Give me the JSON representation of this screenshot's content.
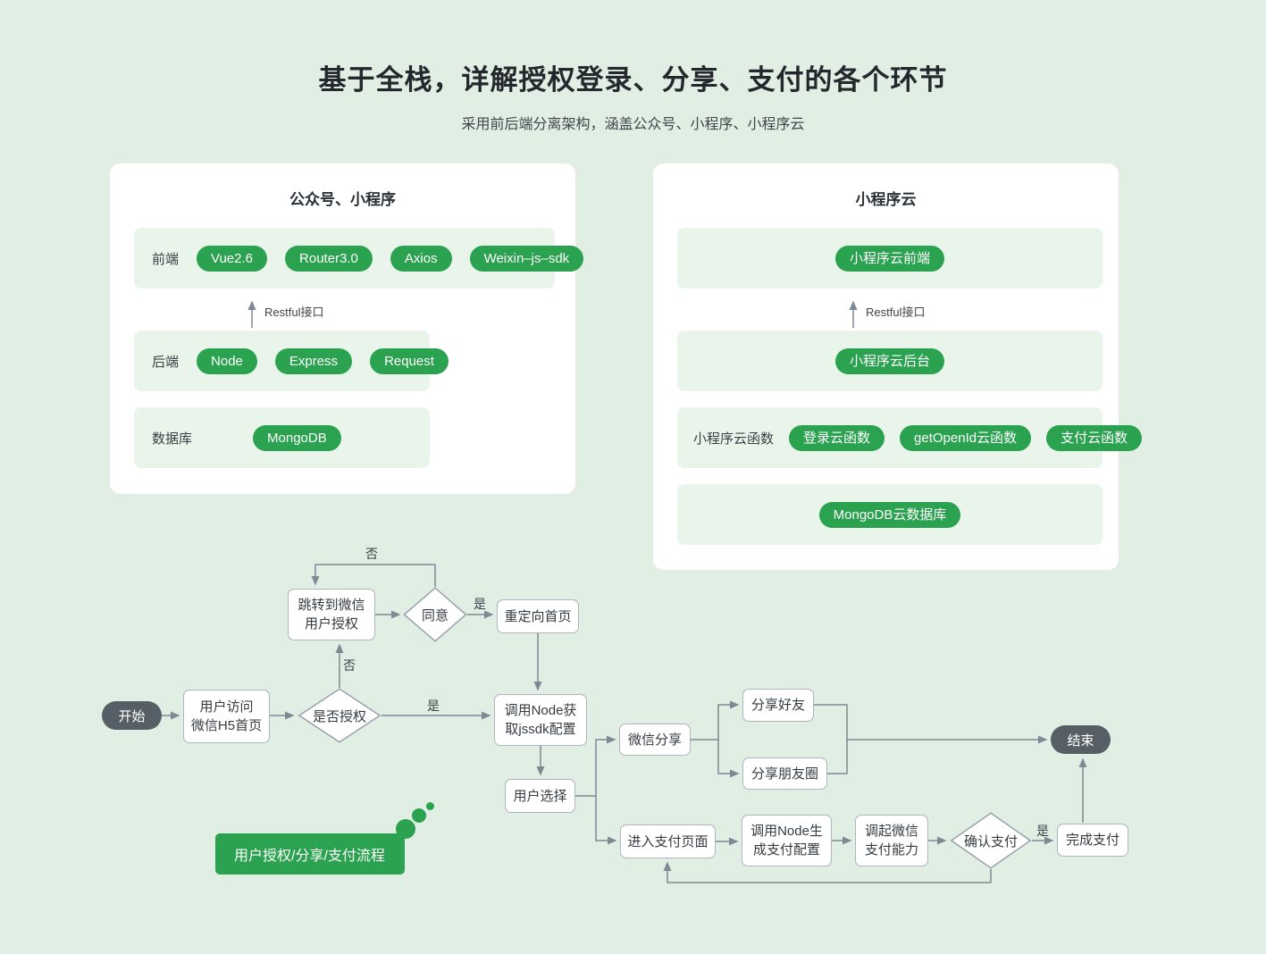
{
  "page": {
    "title": "基于全栈，详解授权登录、分享、支付的各个环节",
    "subtitle": "采用前后端分离架构，涵盖公众号、小程序、小程序云"
  },
  "colors": {
    "background": "#e0eee4",
    "card": "#ffffff",
    "row_bg": "#e9f4eb",
    "pill_green": "#2ba24f",
    "dark_node": "#575f66",
    "line_gray": "#7f8994"
  },
  "left_card": {
    "title": "公众号、小程序",
    "interface_label": "Restful接口",
    "rows": [
      {
        "label": "前端",
        "pills": [
          "Vue2.6",
          "Router3.0",
          "Axios",
          "Weixin–js–sdk"
        ]
      },
      {
        "label": "后端",
        "pills": [
          "Node",
          "Express",
          "Request"
        ]
      },
      {
        "label": "数据库",
        "pills": [
          "MongoDB"
        ]
      }
    ]
  },
  "right_card": {
    "title": "小程序云",
    "interface_label": "Restful接口",
    "rows": [
      {
        "label": "",
        "pills": [
          "小程序云前端"
        ]
      },
      {
        "label": "",
        "pills": [
          "小程序云后台"
        ]
      },
      {
        "label": "小程序云函数",
        "pills": [
          "登录云函数",
          "getOpenId云函数",
          "支付云函数"
        ]
      },
      {
        "label": "",
        "pills": [
          "MongoDB云数据库"
        ]
      }
    ]
  },
  "flowchart": {
    "caption": "用户授权/分享/支付流程",
    "labels": {
      "yes": "是",
      "no": "否"
    },
    "nodes": {
      "start": "开始",
      "visit": "用户访问\n微信H5首页",
      "auth": "是否授权",
      "jump": "跳转到微信\n用户授权",
      "agree": "同意",
      "redirect": "重定向首页",
      "get_jssdk": "调用Node获\n取jssdk配置",
      "choose": "用户选择",
      "wx_share": "微信分享",
      "share_friend": "分享好友",
      "share_moments": "分享朋友圈",
      "end": "结束",
      "enter_pay": "进入支付页面",
      "gen_pay_cfg": "调用Node生\n成支付配置",
      "invoke_pay": "调起微信\n支付能力",
      "confirm_pay": "确认支付",
      "done_pay": "完成支付"
    }
  }
}
